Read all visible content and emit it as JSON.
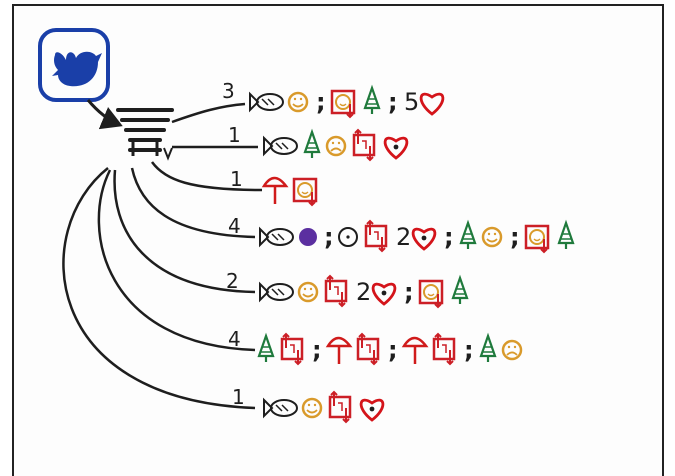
{
  "colors": {
    "ink": "#1e1e1e",
    "bird_blue": "#1a3fa8",
    "heart_red": "#d4141a",
    "tree_green": "#1f7a3c",
    "face_orange": "#d99a2b",
    "square_red": "#cc1f26",
    "mushroom_red": "#d01b1b",
    "purple": "#5b2fa0"
  },
  "source_icon": "bird-icon",
  "hub_icon": "stack-icon",
  "rows": [
    {
      "count": "3",
      "icons": [
        "fish-icon",
        "smile-icon",
        "semicolon",
        "square-smile-icon",
        "tree-icon",
        "semicolon",
        "num:5",
        "heart-icon"
      ]
    },
    {
      "count": "1",
      "icons": [
        "fish-icon",
        "tree-icon",
        "frown-icon",
        "square-icon",
        "heart-dot-icon"
      ]
    },
    {
      "count": "1",
      "icons": [
        "mushroom-icon",
        "square-smile-icon"
      ]
    },
    {
      "count": "4",
      "icons": [
        "fish-icon",
        "purple-dot-icon",
        "semicolon",
        "circle-dot-icon",
        "square-icon",
        "num:2",
        "heart-dot-icon",
        "semicolon",
        "tree-icon",
        "smile-icon",
        "semicolon",
        "square-smile-icon",
        "tree-icon"
      ]
    },
    {
      "count": "2",
      "icons": [
        "fish-icon",
        "smile-icon",
        "square-icon",
        "num:2",
        "heart-dot-icon",
        "semicolon",
        "square-smile-icon",
        "tree-icon"
      ]
    },
    {
      "count": "4",
      "icons": [
        "tree-icon",
        "square-icon",
        "semicolon",
        "mushroom-icon",
        "square-icon",
        "semicolon",
        "mushroom-icon",
        "square-icon",
        "semicolon",
        "tree-icon",
        "frown-icon"
      ]
    },
    {
      "count": "1",
      "icons": [
        "fish-icon",
        "smile-icon",
        "square-icon",
        "heart-dot-icon"
      ]
    }
  ]
}
